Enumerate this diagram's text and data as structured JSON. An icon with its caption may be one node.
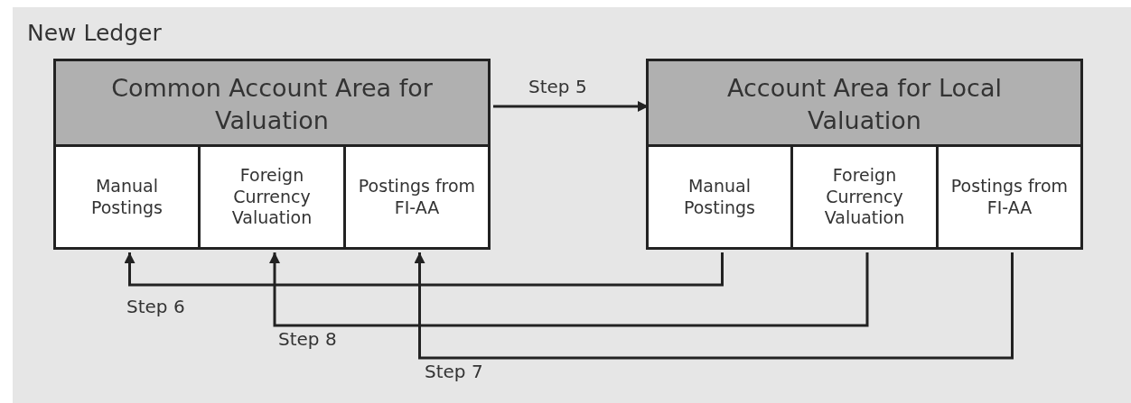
{
  "diagram": {
    "nodes": [
      {
        "text": [
          "New Ledger"
        ]
      },
      {
        "text": [
          "Common Account Area for Valuation"
        ],
        "in": 0
      },
      {
        "text": [
          "Manual Postings"
        ],
        "in": 1
      },
      {
        "text": [
          "Foreign Currency Valuation"
        ],
        "in": 1
      },
      {
        "text": [
          "Postings from FI-AA"
        ],
        "in": 1
      },
      {
        "text": [
          "Account Area for Local Valuation"
        ],
        "in": 0
      },
      {
        "text": [
          "Manual Postings"
        ],
        "in": 5
      },
      {
        "text": [
          "Foreign Currency Valuation"
        ],
        "in": 5
      },
      {
        "text": [
          "Postings from FI-AA"
        ],
        "in": 5
      }
    ],
    "edges": [
      {
        "from": 1,
        "to": 5,
        "arrow": "to",
        "label": "Step 5"
      },
      {
        "from": 6,
        "to": 2,
        "arrow": "to",
        "label": "Step 6"
      },
      {
        "from": 7,
        "to": 3,
        "arrow": "to",
        "label": "Step 8"
      },
      {
        "from": 8,
        "to": 4,
        "arrow": "to",
        "label": "Step 7"
      }
    ]
  }
}
